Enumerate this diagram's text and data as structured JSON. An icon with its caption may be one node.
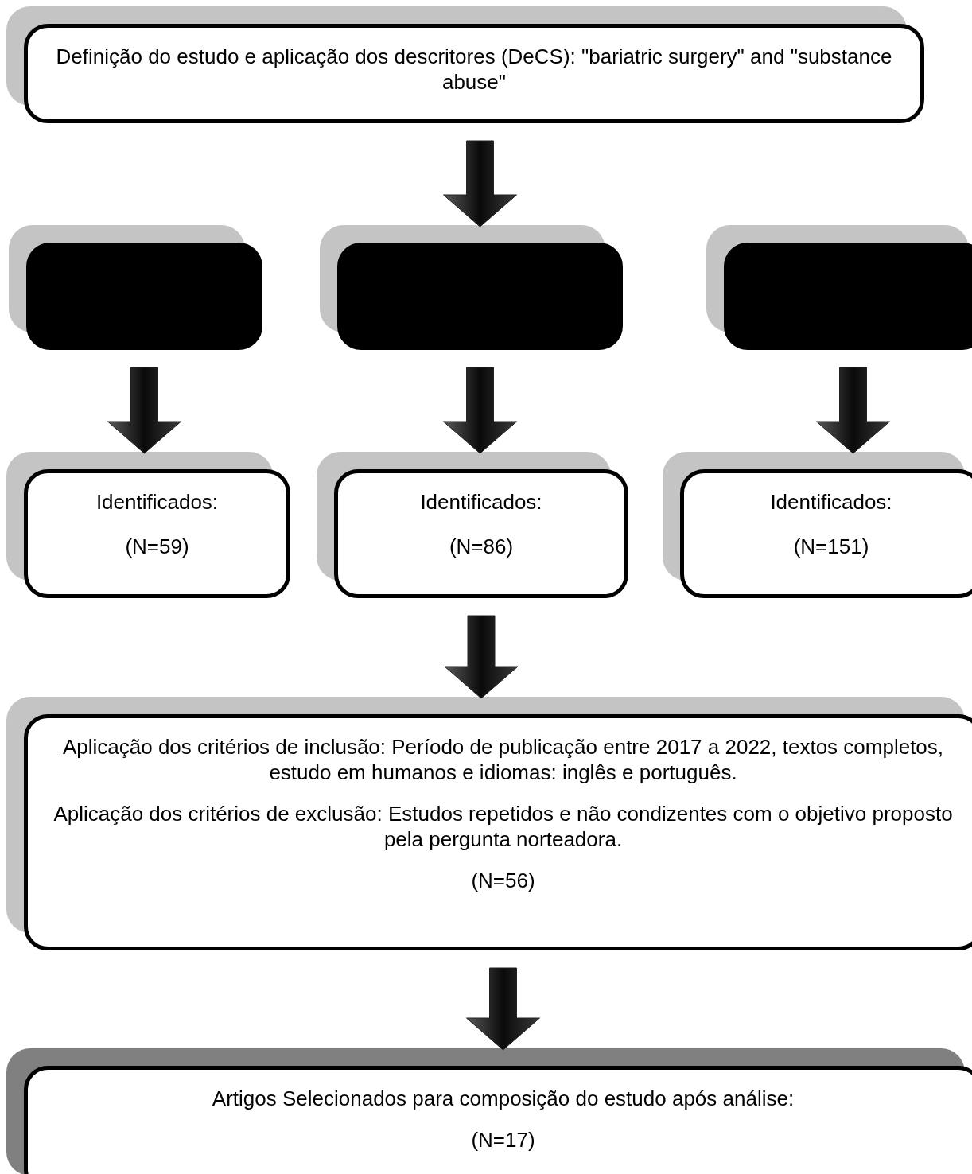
{
  "diagram": {
    "nodes": [
      {
        "text": [
          "Definição do estudo e aplicação dos descritores (DeCS):  \"bariatric surgery\" and \"substance abuse\""
        ]
      },
      {
        "text": [],
        "shape": "box"
      },
      {
        "text": [],
        "shape": "box"
      },
      {
        "text": [],
        "shape": "box"
      },
      {
        "text": [
          "Identificados:",
          "(N=59)"
        ]
      },
      {
        "text": [
          "Identificados:",
          "(N=86)"
        ]
      },
      {
        "text": [
          "Identificados:",
          "(N=151)"
        ]
      },
      {
        "text": [
          "Aplicação dos critérios de inclusão: Período de publicação entre 2017 a 2022, textos completos, estudo em humanos e idiomas: inglês e português.",
          "Aplicação dos critérios de exclusão: Estudos repetidos e não condizentes com o objetivo proposto pela pergunta norteadora.",
          "(N=56)"
        ]
      },
      {
        "text": [
          "Artigos Selecionados para composição do estudo após análise:",
          "(N=17)"
        ]
      }
    ],
    "edges": [
      {
        "from": 0,
        "to": 2,
        "arrow": "to"
      },
      {
        "from": 1,
        "to": 4,
        "arrow": "to"
      },
      {
        "from": 2,
        "to": 5,
        "arrow": "to"
      },
      {
        "from": 3,
        "to": 6,
        "arrow": "to"
      },
      {
        "from": 5,
        "to": 7,
        "arrow": "to"
      },
      {
        "from": 7,
        "to": 8,
        "arrow": "to"
      }
    ]
  }
}
